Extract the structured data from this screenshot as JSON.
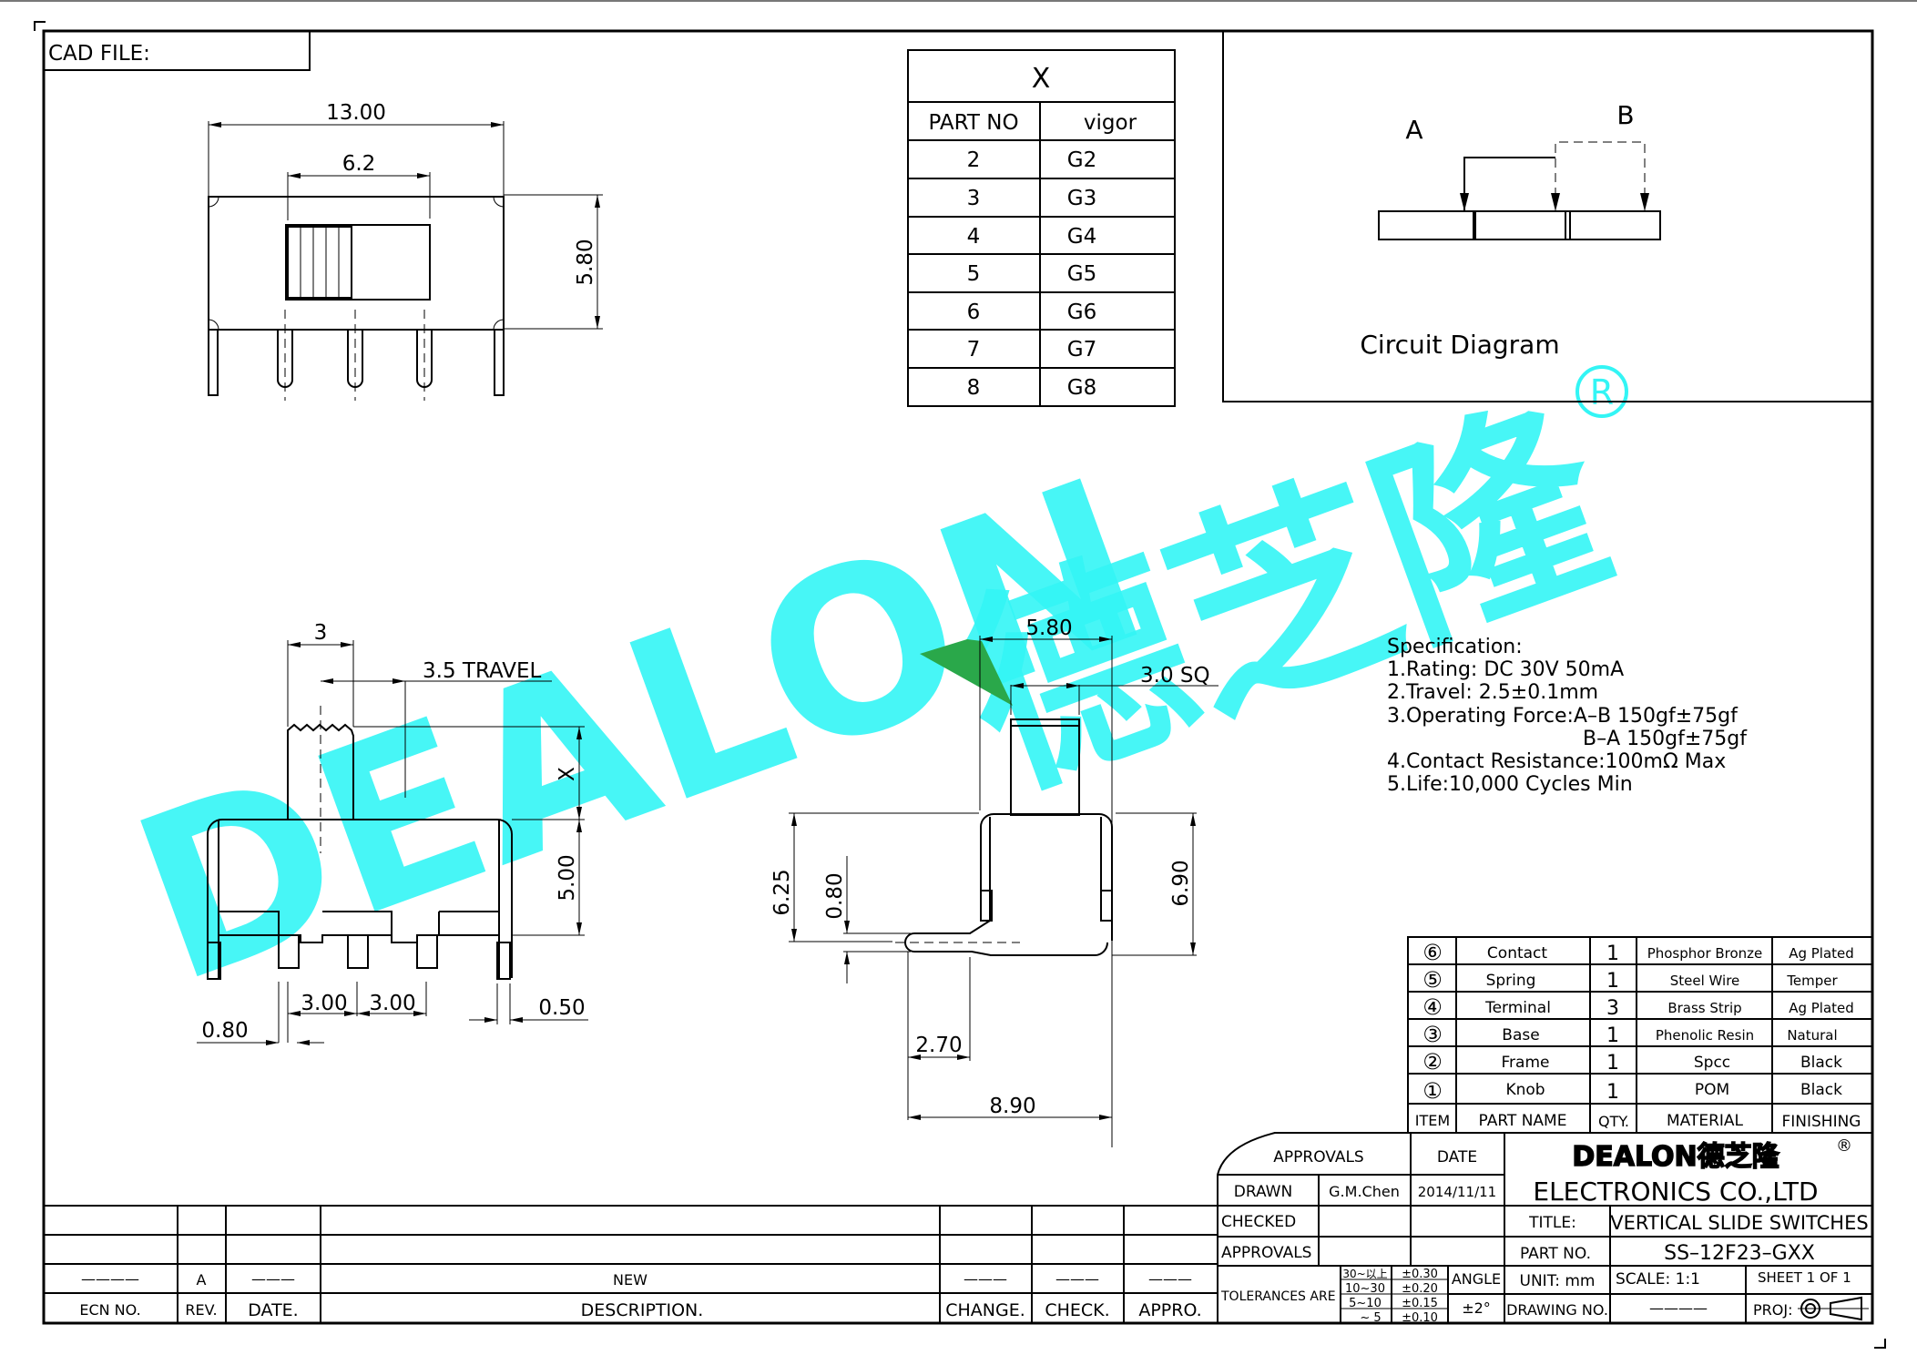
{
  "header": {
    "cad_file_label": "CAD FILE:"
  },
  "top_view": {
    "dims": {
      "overall_width": "13.00",
      "slot_width": "6.2",
      "height": "5.80"
    }
  },
  "part_table": {
    "header_symbol": "X",
    "columns": [
      "PART  NO",
      "vigor"
    ],
    "rows": [
      {
        "part_no": "2",
        "vigor": "G2"
      },
      {
        "part_no": "3",
        "vigor": "G3"
      },
      {
        "part_no": "4",
        "vigor": "G4"
      },
      {
        "part_no": "5",
        "vigor": "G5"
      },
      {
        "part_no": "6",
        "vigor": "G6"
      },
      {
        "part_no": "7",
        "vigor": "G7"
      },
      {
        "part_no": "8",
        "vigor": "G8"
      }
    ]
  },
  "circuit": {
    "label_a": "A",
    "label_b": "B",
    "caption": "Circuit  Diagram"
  },
  "side_view": {
    "dims": {
      "knob_width": "3",
      "travel": "3.5  TRAVEL",
      "knob_height": "X",
      "body_height": "5.00",
      "pitch_1": "3.00",
      "pitch_2": "3.00",
      "pin_offset": "0.80",
      "frame_thickness": "0.50"
    }
  },
  "end_view": {
    "dims": {
      "body_depth": "5.80",
      "knob_square": "3.0  SQ",
      "height_625": "6.25",
      "pin_thickness": "0.80",
      "height_690": "6.90",
      "pin_length": "2.70",
      "overall_depth": "8.90"
    }
  },
  "specification": {
    "title": "Specification:",
    "lines": [
      "1.Rating:  DC  30V  50mA",
      "2.Travel:  2.5±0.1mm",
      "3.Operating  Force:A–B  150gf±75gf",
      "B–A  150gf±75gf",
      "4.Contact  Resistance:100mΩ   Max",
      "5.Life:10,000  Cycles  Min"
    ]
  },
  "bom": {
    "headers": {
      "item": "ITEM",
      "part_name": "PART  NAME",
      "qty": "QTY.",
      "material": "MATERIAL",
      "finishing": "FINISHING"
    },
    "rows": [
      {
        "item": "⑥",
        "part_name": "Contact",
        "qty": "1",
        "material": "Phosphor  Bronze",
        "finishing": "Ag  Plated"
      },
      {
        "item": "⑤",
        "part_name": "Spring",
        "qty": "1",
        "material": "Steel  Wire",
        "finishing": "Temper"
      },
      {
        "item": "④",
        "part_name": "Terminal",
        "qty": "3",
        "material": "Brass  Strip",
        "finishing": "Ag  Plated"
      },
      {
        "item": "③",
        "part_name": "Base",
        "qty": "1",
        "material": "Phenolic  Resin",
        "finishing": "Natural"
      },
      {
        "item": "②",
        "part_name": "Frame",
        "qty": "1",
        "material": "Spcc",
        "finishing": "Black"
      },
      {
        "item": "①",
        "part_name": "Knob",
        "qty": "1",
        "material": "POM",
        "finishing": "Black"
      }
    ]
  },
  "title_block": {
    "approvals_label": "APPROVALS",
    "date_label": "DATE",
    "drawn_label": "DRAWN",
    "drawn_by": "G.M.Chen",
    "drawn_date": "2014/11/11",
    "checked_label": "CHECKED",
    "approvals_row_label": "APPROVALS",
    "company_logo": "DEALON德芝隆",
    "registered": "®",
    "company_name": "ELECTRONICS  CO.,LTD",
    "title_label": "TITLE:",
    "title_value": "VERTICAL  SLIDE  SWITCHES",
    "part_no_label": "PART  NO.",
    "part_no_value": "SS–12F23–GXX",
    "tolerances_label": "TOLERANCES  ARE",
    "tolerances": [
      {
        "range": "30~以上",
        "value": "±0.30"
      },
      {
        "range": "10~30",
        "value": "±0.20"
      },
      {
        "range": "5~10",
        "value": "±0.15"
      },
      {
        "range": "~ 5",
        "value": "±0.10"
      }
    ],
    "angle_label": "ANGLE",
    "angle_value": "±2°",
    "unit": "UNIT:  mm",
    "scale": "SCALE:   1:1",
    "sheet": "SHEET   1  OF  1",
    "drawing_no_label": "DRAWING  NO.",
    "drawing_no_value": "————",
    "proj_label": "PROJ:"
  },
  "revision_block": {
    "headers": {
      "ecn": "ECN  NO.",
      "rev": "REV.",
      "date": "DATE.",
      "description": "DESCRIPTION.",
      "change": "CHANGE.",
      "check": "CHECK.",
      "appro": "APPRO."
    },
    "entry": {
      "ecn": "————",
      "rev": "A",
      "date": "———",
      "description": "NEW",
      "change": "———",
      "check": "———",
      "appro": "———"
    }
  },
  "watermark": {
    "text_latin": "DEALON",
    "text_cn": "德芝隆",
    "color": "#33f5f5",
    "accent_color": "#2aa84a"
  }
}
